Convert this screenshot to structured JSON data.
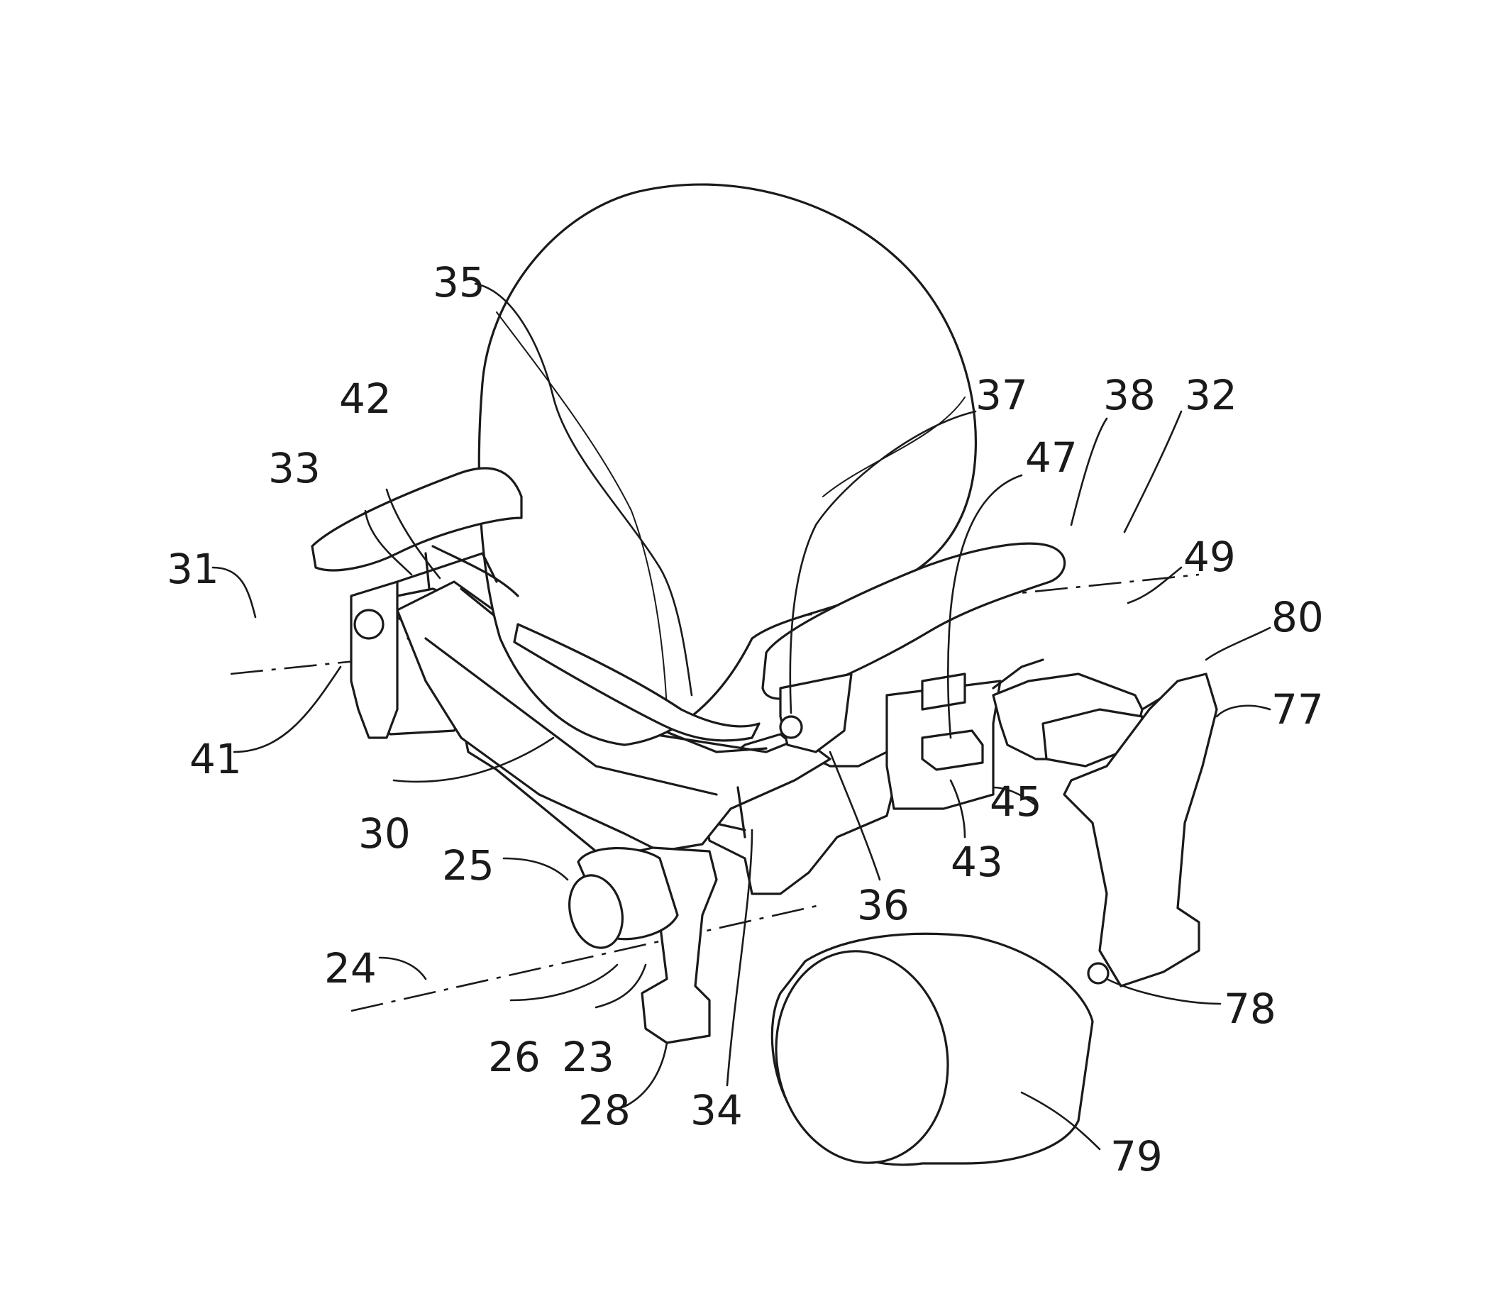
{
  "figure": {
    "reference_numerals": [
      {
        "id": "r35",
        "text": "35"
      },
      {
        "id": "r42",
        "text": "42"
      },
      {
        "id": "r33",
        "text": "33"
      },
      {
        "id": "r31",
        "text": "31"
      },
      {
        "id": "r41",
        "text": "41"
      },
      {
        "id": "r30",
        "text": "30"
      },
      {
        "id": "r25",
        "text": "25"
      },
      {
        "id": "r24",
        "text": "24"
      },
      {
        "id": "r26",
        "text": "26"
      },
      {
        "id": "r23",
        "text": "23"
      },
      {
        "id": "r28",
        "text": "28"
      },
      {
        "id": "r34",
        "text": "34"
      },
      {
        "id": "r36",
        "text": "36"
      },
      {
        "id": "r37",
        "text": "37"
      },
      {
        "id": "r38",
        "text": "38"
      },
      {
        "id": "r32",
        "text": "32"
      },
      {
        "id": "r47",
        "text": "47"
      },
      {
        "id": "r49",
        "text": "49"
      },
      {
        "id": "r80",
        "text": "80"
      },
      {
        "id": "r77",
        "text": "77"
      },
      {
        "id": "r45",
        "text": "45"
      },
      {
        "id": "r43",
        "text": "43"
      },
      {
        "id": "r78",
        "text": "78"
      },
      {
        "id": "r79",
        "text": "79"
      }
    ]
  }
}
